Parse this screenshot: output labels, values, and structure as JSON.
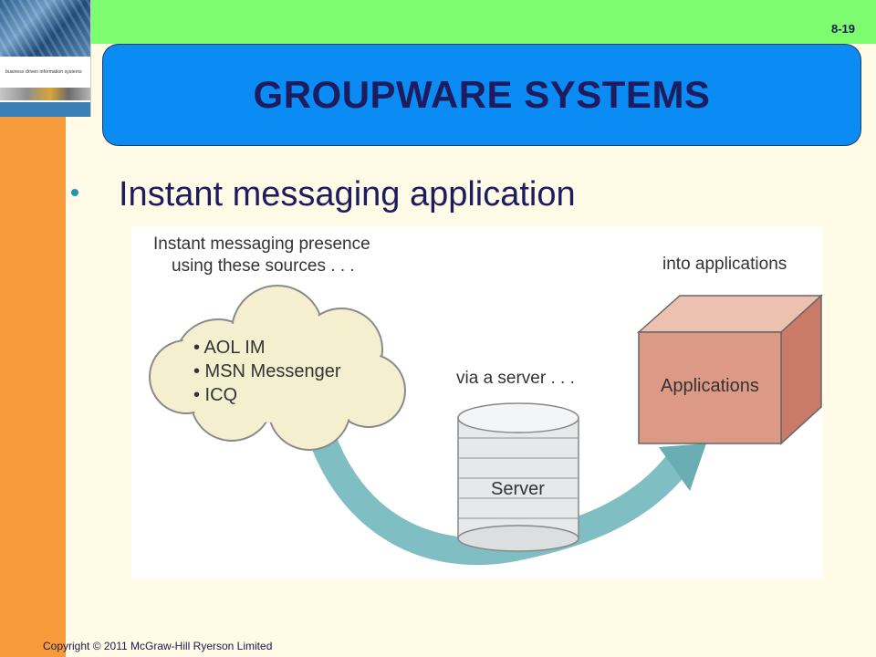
{
  "slide": {
    "number": "8-19",
    "title": "GROUPWARE SYSTEMS",
    "bullet": "Instant messaging application",
    "copyright": "Copyright © 2011 McGraw-Hill Ryerson Limited"
  },
  "book_cover": {
    "title": "business driven information systems"
  },
  "figure": {
    "caption_sources_line1": "Instant messaging presence",
    "caption_sources_line2": "using these sources . . .",
    "caption_server": "via a server . . .",
    "caption_apps": "into applications",
    "sources": [
      "• AOL IM",
      "• MSN Messenger",
      "• ICQ"
    ],
    "server_label": "Server",
    "applications_label": "Applications"
  },
  "colors": {
    "left_bar": "#f79a3c",
    "top_bar": "#7dfc6f",
    "title_box": "#0b8cf5",
    "title_text": "#1c1c5e",
    "cloud": "#f4efcf",
    "arrow": "#7fbfc4",
    "box_front": "#dc9a86",
    "box_top": "#edc1b0",
    "box_side": "#c97b67"
  }
}
